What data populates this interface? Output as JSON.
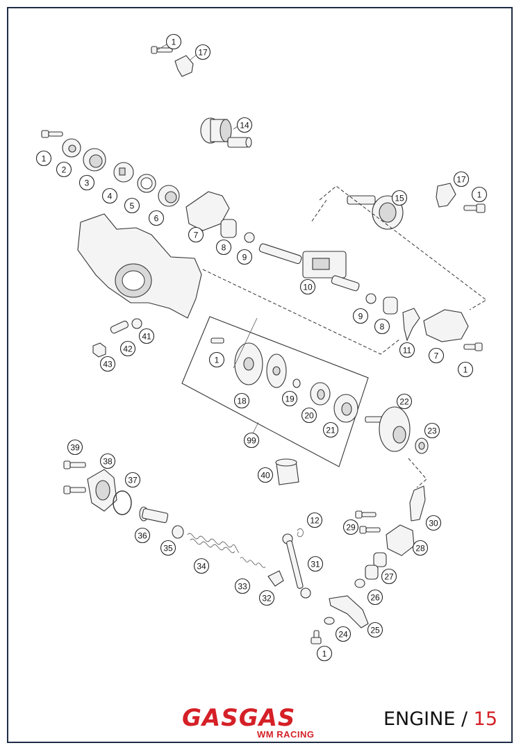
{
  "brand": {
    "logo": "GASGAS",
    "sub": "WM RACING",
    "accent_color": "#d52027"
  },
  "page": {
    "section": "ENGINE",
    "separator": " / ",
    "page_number": "15"
  },
  "callouts": [
    {
      "label": "1"
    },
    {
      "label": "17"
    },
    {
      "label": "14"
    },
    {
      "label": "1"
    },
    {
      "label": "2"
    },
    {
      "label": "3"
    },
    {
      "label": "4"
    },
    {
      "label": "5"
    },
    {
      "label": "6"
    },
    {
      "label": "7"
    },
    {
      "label": "8"
    },
    {
      "label": "9"
    },
    {
      "label": "17"
    },
    {
      "label": "1"
    },
    {
      "label": "15"
    },
    {
      "label": "10"
    },
    {
      "label": "9"
    },
    {
      "label": "8"
    },
    {
      "label": "11"
    },
    {
      "label": "7"
    },
    {
      "label": "1"
    },
    {
      "label": "41"
    },
    {
      "label": "42"
    },
    {
      "label": "43"
    },
    {
      "label": "1"
    },
    {
      "label": "18"
    },
    {
      "label": "19"
    },
    {
      "label": "20"
    },
    {
      "label": "21"
    },
    {
      "label": "22"
    },
    {
      "label": "23"
    },
    {
      "label": "99"
    },
    {
      "label": "40"
    },
    {
      "label": "39"
    },
    {
      "label": "38"
    },
    {
      "label": "37"
    },
    {
      "label": "36"
    },
    {
      "label": "35"
    },
    {
      "label": "34"
    },
    {
      "label": "12"
    },
    {
      "label": "31"
    },
    {
      "label": "33"
    },
    {
      "label": "32"
    },
    {
      "label": "30"
    },
    {
      "label": "29"
    },
    {
      "label": "28"
    },
    {
      "label": "27"
    },
    {
      "label": "26"
    },
    {
      "label": "25"
    },
    {
      "label": "24"
    },
    {
      "label": "1"
    }
  ]
}
